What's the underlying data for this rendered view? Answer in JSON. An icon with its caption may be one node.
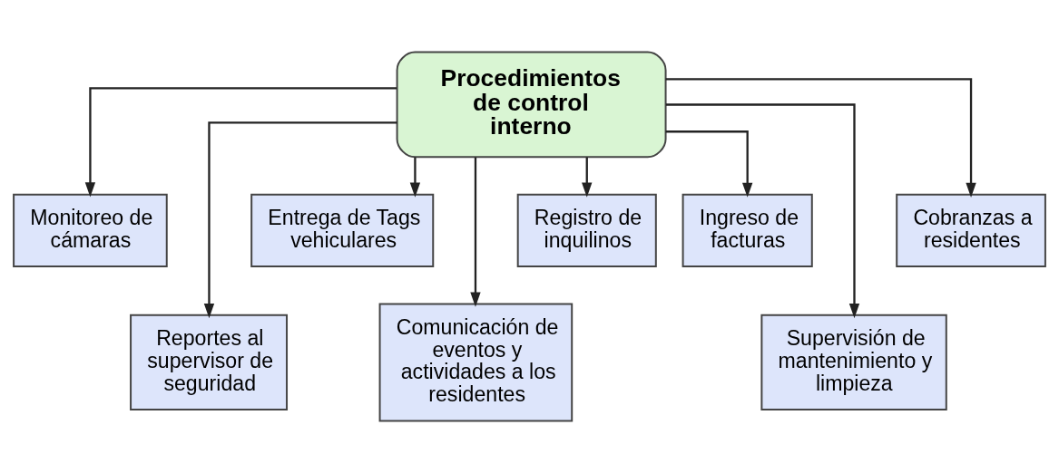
{
  "diagram": {
    "nodes": [
      {
        "text": [
          "Procedimientos de control interno"
        ]
      },
      {
        "text": [
          "Monitoreo de cámaras"
        ]
      },
      {
        "text": [
          "Reportes al supervisor de seguridad"
        ]
      },
      {
        "text": [
          "Entrega de Tags vehiculares"
        ]
      },
      {
        "text": [
          "Comunicación de eventos y actividades a los residentes"
        ]
      },
      {
        "text": [
          "Registro de inquilinos"
        ]
      },
      {
        "text": [
          "Ingreso de facturas"
        ]
      },
      {
        "text": [
          "Supervisión de mantenimiento y limpieza"
        ]
      },
      {
        "text": [
          "Cobranzas a residentes"
        ]
      }
    ],
    "edges": [
      {
        "from": 0,
        "to": 1,
        "arrow": "to"
      },
      {
        "from": 0,
        "to": 2,
        "arrow": "to"
      },
      {
        "from": 0,
        "to": 3,
        "arrow": "to"
      },
      {
        "from": 0,
        "to": 4,
        "arrow": "to"
      },
      {
        "from": 0,
        "to": 5,
        "arrow": "to"
      },
      {
        "from": 0,
        "to": 6,
        "arrow": "to"
      },
      {
        "from": 0,
        "to": 7,
        "arrow": "to"
      },
      {
        "from": 0,
        "to": 8,
        "arrow": "to"
      }
    ]
  }
}
